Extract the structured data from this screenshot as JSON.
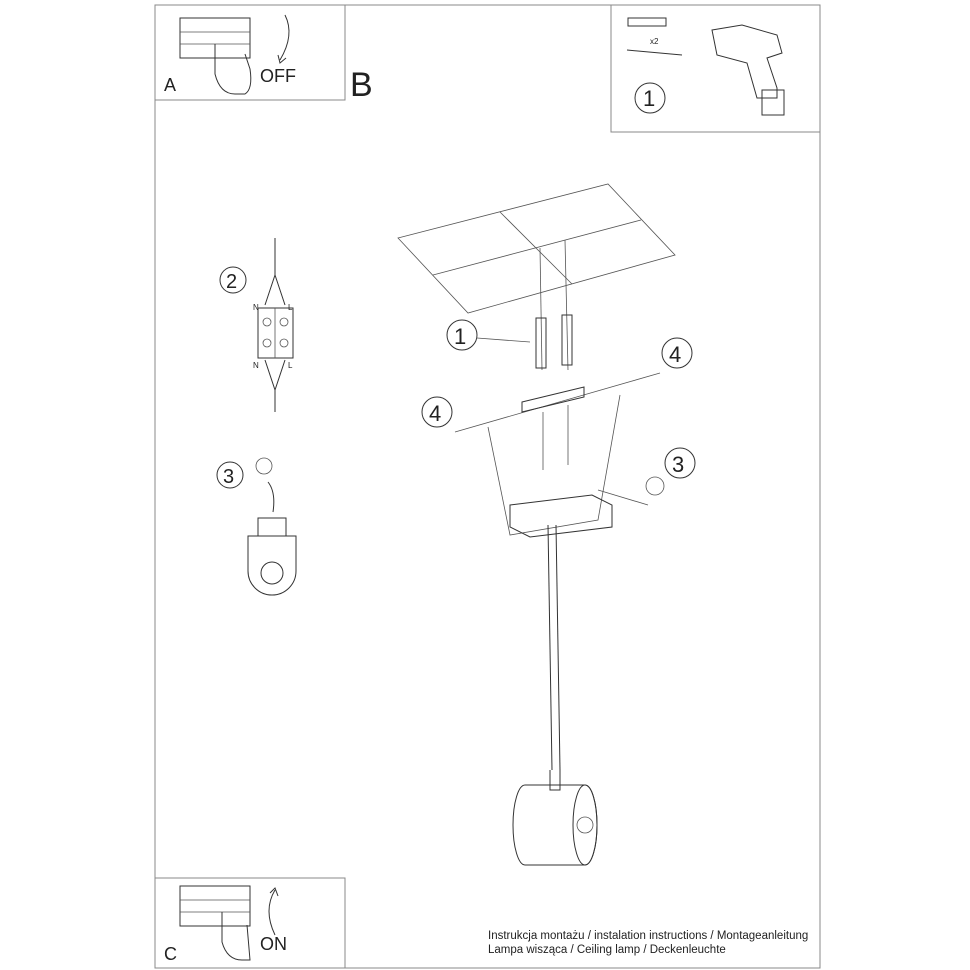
{
  "panel_a": {
    "letter": "A",
    "label": "OFF"
  },
  "panel_b": {
    "letter": "B"
  },
  "panel_c": {
    "letter": "C",
    "label": "ON"
  },
  "tools_box": {
    "quantity": "x2",
    "step": "1"
  },
  "wiring": {
    "step": "2",
    "n_top": "N",
    "l_top": "L",
    "n_bottom": "N",
    "l_bottom": "L"
  },
  "ground": {
    "step": "3"
  },
  "main": {
    "step_1": "1",
    "step_4_right": "4",
    "step_4_left": "4",
    "step_3": "3"
  },
  "footer": {
    "line1": "Instrukcja montażu / instalation instructions / Montageanleitung",
    "line2": "Lampa wisząca / Ceiling lamp / Deckenleuchte"
  }
}
